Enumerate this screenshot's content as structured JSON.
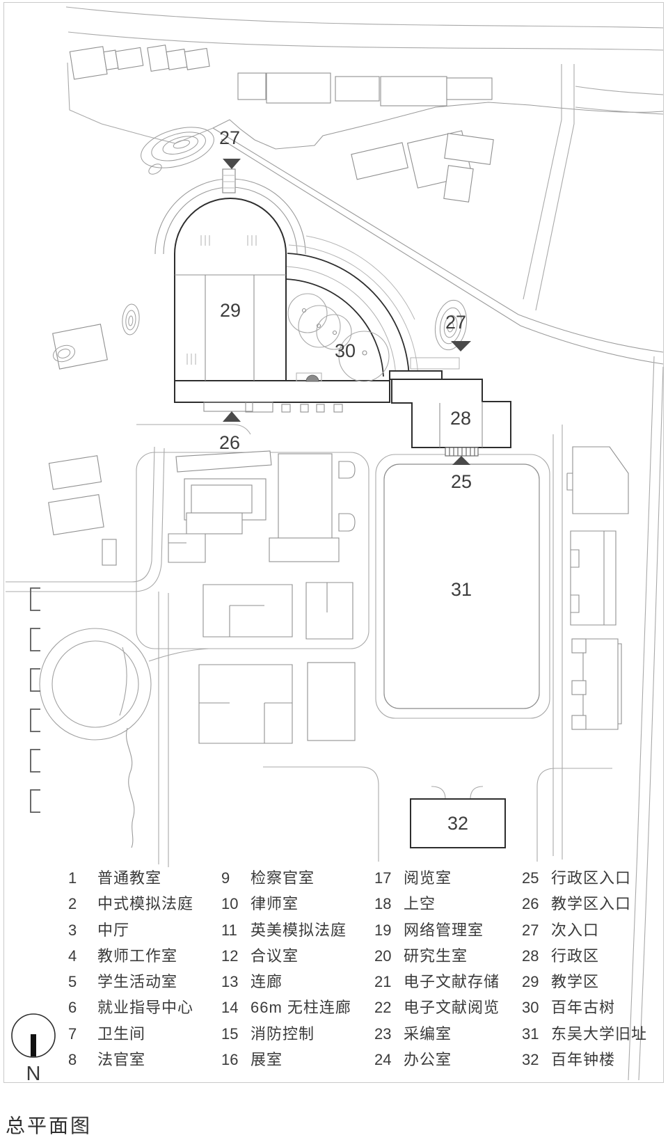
{
  "title": "总平面图",
  "compass": {
    "label": "N"
  },
  "plan": {
    "labels": [
      {
        "id": "entrance-27-top",
        "text": "27"
      },
      {
        "id": "zone-29-teaching",
        "text": "29"
      },
      {
        "id": "trees-30",
        "text": "30"
      },
      {
        "id": "entrance-27-right",
        "text": "27"
      },
      {
        "id": "zone-28-admin",
        "text": "28"
      },
      {
        "id": "entrance-26",
        "text": "26"
      },
      {
        "id": "entrance-25",
        "text": "25"
      },
      {
        "id": "site-31",
        "text": "31"
      },
      {
        "id": "tower-32",
        "text": "32"
      }
    ]
  },
  "legend": {
    "columns": [
      [
        {
          "num": "1",
          "label": "普通教室"
        },
        {
          "num": "2",
          "label": "中式模拟法庭"
        },
        {
          "num": "3",
          "label": "中厅"
        },
        {
          "num": "4",
          "label": "教师工作室"
        },
        {
          "num": "5",
          "label": "学生活动室"
        },
        {
          "num": "6",
          "label": "就业指导中心"
        },
        {
          "num": "7",
          "label": "卫生间"
        },
        {
          "num": "8",
          "label": "法官室"
        }
      ],
      [
        {
          "num": "9",
          "label": "检察官室"
        },
        {
          "num": "10",
          "label": "律师室"
        },
        {
          "num": "11",
          "label": "英美模拟法庭"
        },
        {
          "num": "12",
          "label": "合议室"
        },
        {
          "num": "13",
          "label": "连廊"
        },
        {
          "num": "14",
          "label": "66m 无柱连廊"
        },
        {
          "num": "15",
          "label": "消防控制"
        },
        {
          "num": "16",
          "label": "展室"
        }
      ],
      [
        {
          "num": "17",
          "label": "阅览室"
        },
        {
          "num": "18",
          "label": "上空"
        },
        {
          "num": "19",
          "label": "网络管理室"
        },
        {
          "num": "20",
          "label": "研究生室"
        },
        {
          "num": "21",
          "label": "电子文献存储"
        },
        {
          "num": "22",
          "label": "电子文献阅览"
        },
        {
          "num": "23",
          "label": "采编室"
        },
        {
          "num": "24",
          "label": "办公室"
        }
      ],
      [
        {
          "num": "25",
          "label": "行政区入口"
        },
        {
          "num": "26",
          "label": "教学区入口"
        },
        {
          "num": "27",
          "label": "次入口"
        },
        {
          "num": "28",
          "label": "行政区"
        },
        {
          "num": "29",
          "label": "教学区"
        },
        {
          "num": "30",
          "label": "百年古树"
        },
        {
          "num": "31",
          "label": "东吴大学旧址"
        },
        {
          "num": "32",
          "label": "百年钟楼"
        }
      ]
    ]
  },
  "colors": {
    "line_dark": "#2d2d2d",
    "line_mid": "#8f8f8f",
    "line_light": "#a8a8a8",
    "triangle": "#4a4a4a",
    "text": "#3c3c3c",
    "frame": "#c9c9c9"
  }
}
